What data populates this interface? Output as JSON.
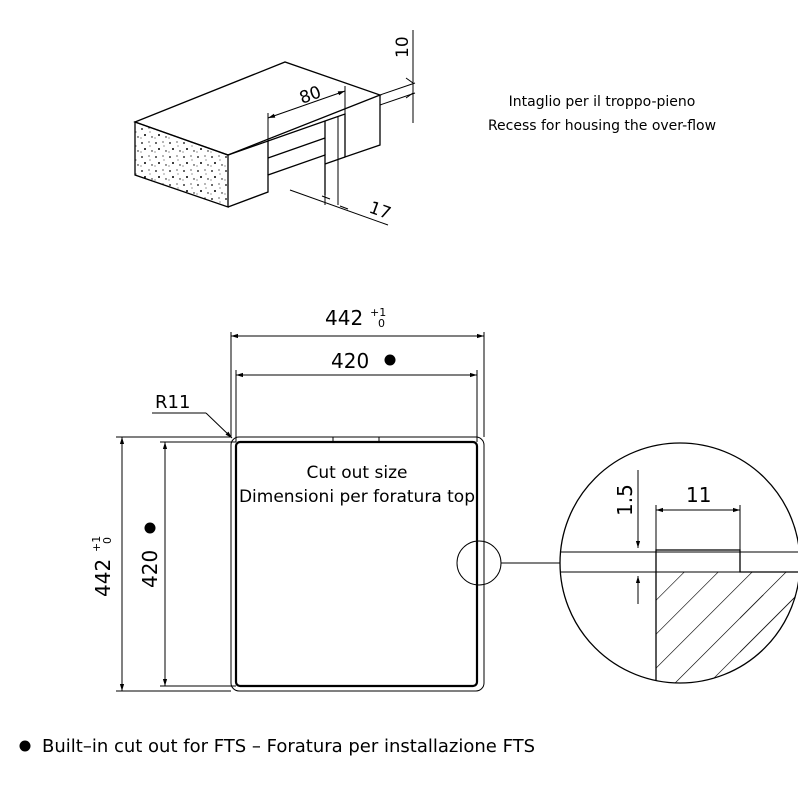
{
  "overflow_detail": {
    "dim_width": "80",
    "dim_depth": "10",
    "dim_slot": "17",
    "label_it": "Intaglio per il troppo-pieno",
    "label_en": "Recess for housing the over-flow"
  },
  "cutout": {
    "outer_width_base": "442",
    "tol_upper": "+1",
    "tol_lower": "0",
    "inner_width": "420",
    "outer_height_base": "442",
    "inner_height": "420",
    "radius": "R11",
    "title_en": "Cut out size",
    "title_it": "Dimensioni per foratura top"
  },
  "edge_detail": {
    "dim_thickness": "1.5",
    "dim_width": "11"
  },
  "legend": {
    "text": "Built–in cut out for FTS – Foratura per installazione FTS"
  }
}
